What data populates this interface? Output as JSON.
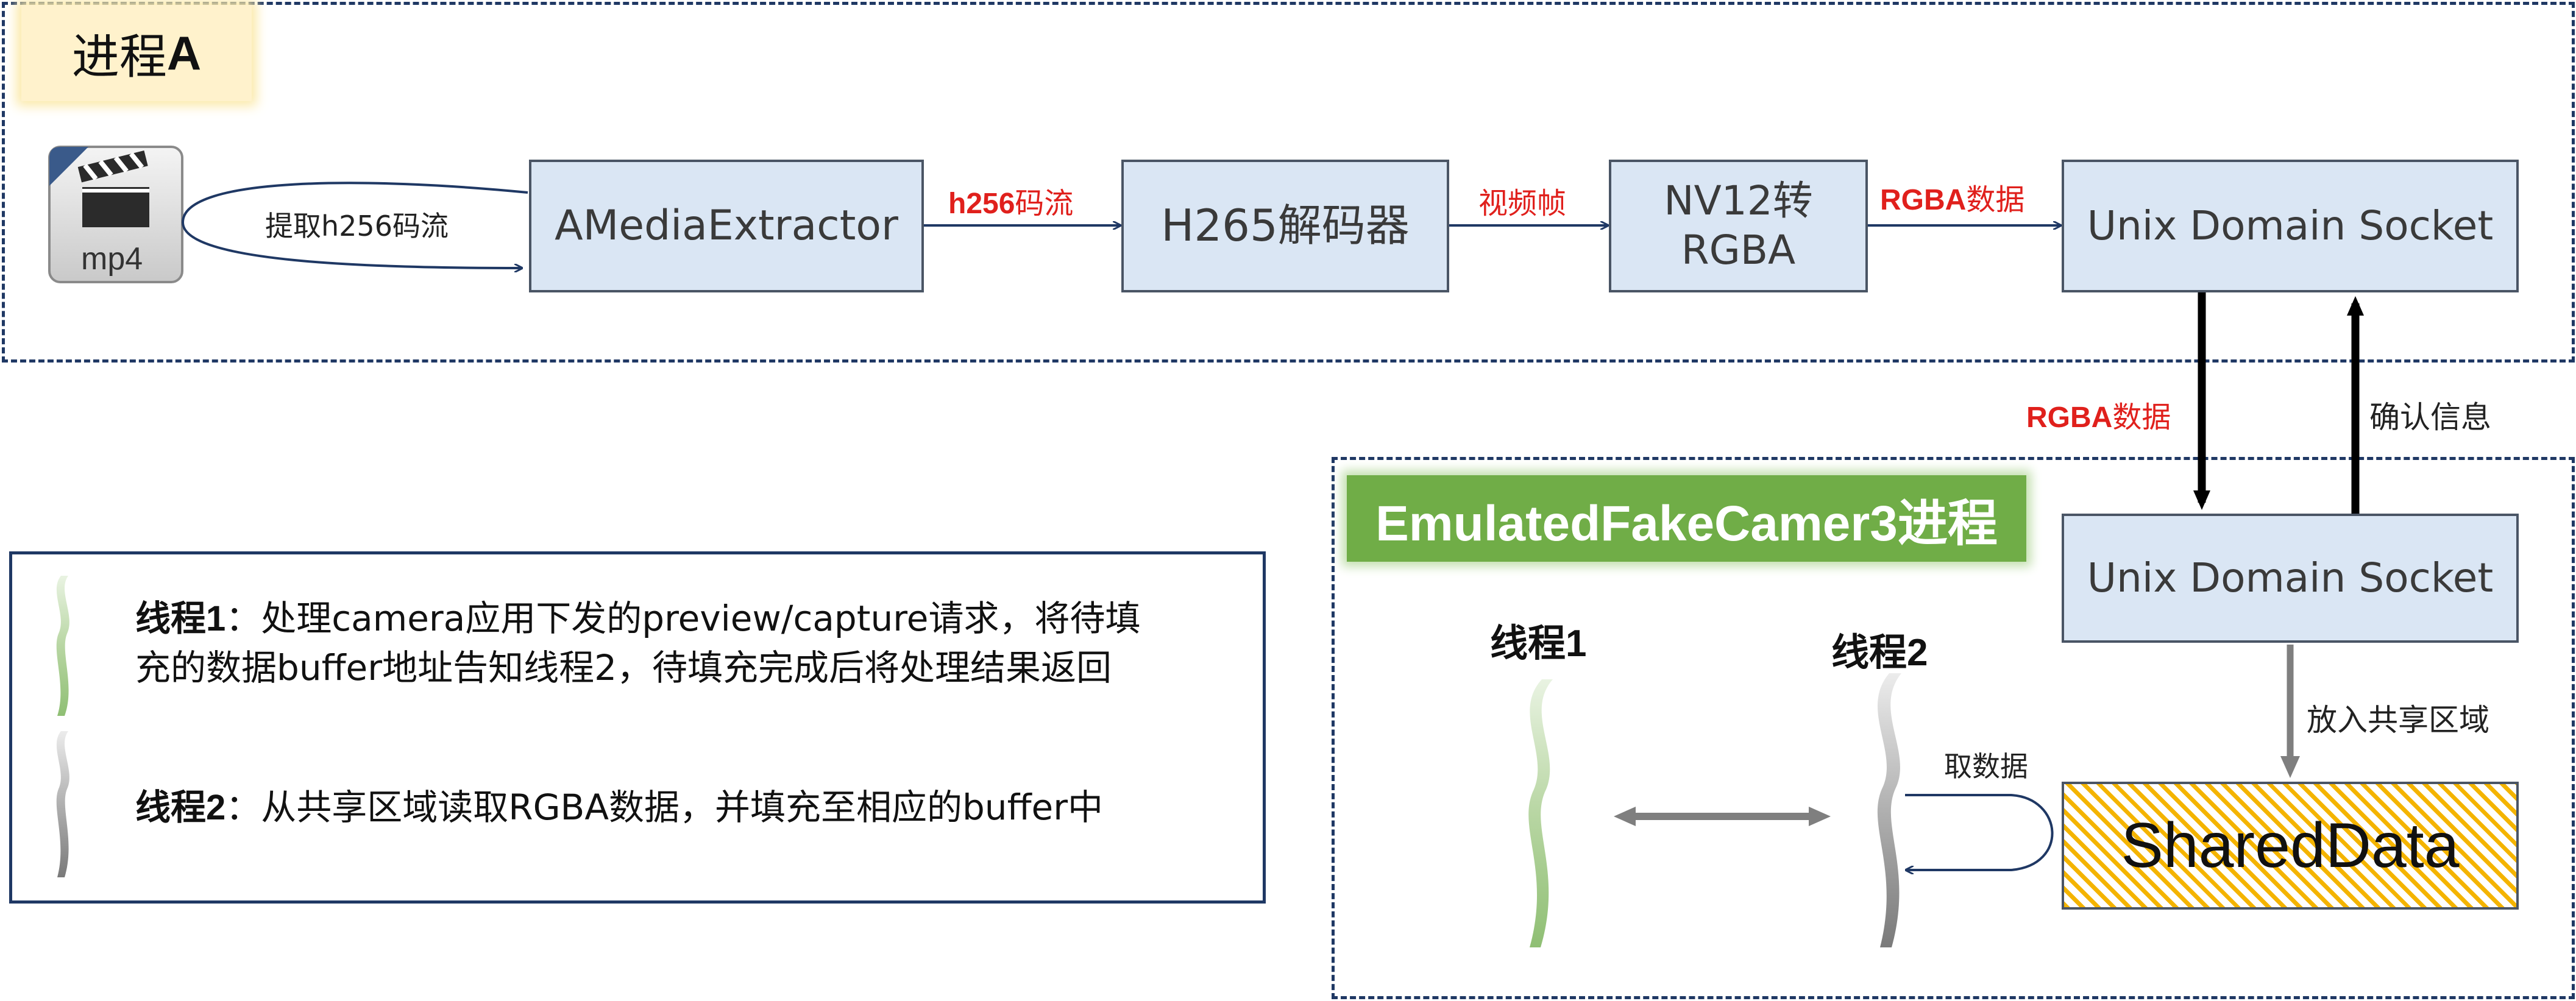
{
  "process_a": {
    "title_prefix": "进程",
    "title_suffix": "A"
  },
  "mp4_icon": {
    "label": "mp4"
  },
  "boxes": {
    "extractor": "AMediaExtractor",
    "decoder": "H265解码器",
    "converter_line1": "NV12转",
    "converter_line2": "RGBA",
    "socket_a": "Unix Domain Socket",
    "socket_b": "Unix Domain Socket",
    "shared": "SharedData"
  },
  "edges": {
    "extract": "提取h256码流",
    "stream_bold": "h256",
    "stream_rest": "码流",
    "frames": "视频帧",
    "rgba_bold": "RGBA",
    "rgba_rest": "数据",
    "down_bold": "RGBA",
    "down_rest": "数据",
    "ack": "确认信息",
    "put_shared": "放入共享区域",
    "fetch": "取数据"
  },
  "process_b": {
    "title": "EmulatedFakeCamer3进程"
  },
  "threads": {
    "t1_prefix": "线程",
    "t1_num": "1",
    "t2_prefix": "线程",
    "t2_num": "2"
  },
  "legend": {
    "l1_prefix": "线程",
    "l1_num": "1",
    "l1_text": "：处理camera应用下发的preview/capture请求，将待填",
    "l1_line2": "充的数据buffer地址告知线程2，待填充完成后将处理结果返回",
    "l2_prefix": "线程",
    "l2_num": "2",
    "l2_text": "：从共享区域读取RGBA数据，并填充至相应的buffer中"
  },
  "colors": {
    "frame": "#1f3864",
    "box_fill": "#dae6f4",
    "box_border": "#4a5565",
    "red_label": "#e0201c",
    "green_title": "#70ad47",
    "yellow_title": "#fff2cc",
    "hatch": "#f4b400",
    "arrow_gray": "#7f7f7f"
  },
  "icons": [
    "clapperboard-icon",
    "green-thread-icon",
    "gray-thread-icon",
    "double-arrow-icon"
  ]
}
